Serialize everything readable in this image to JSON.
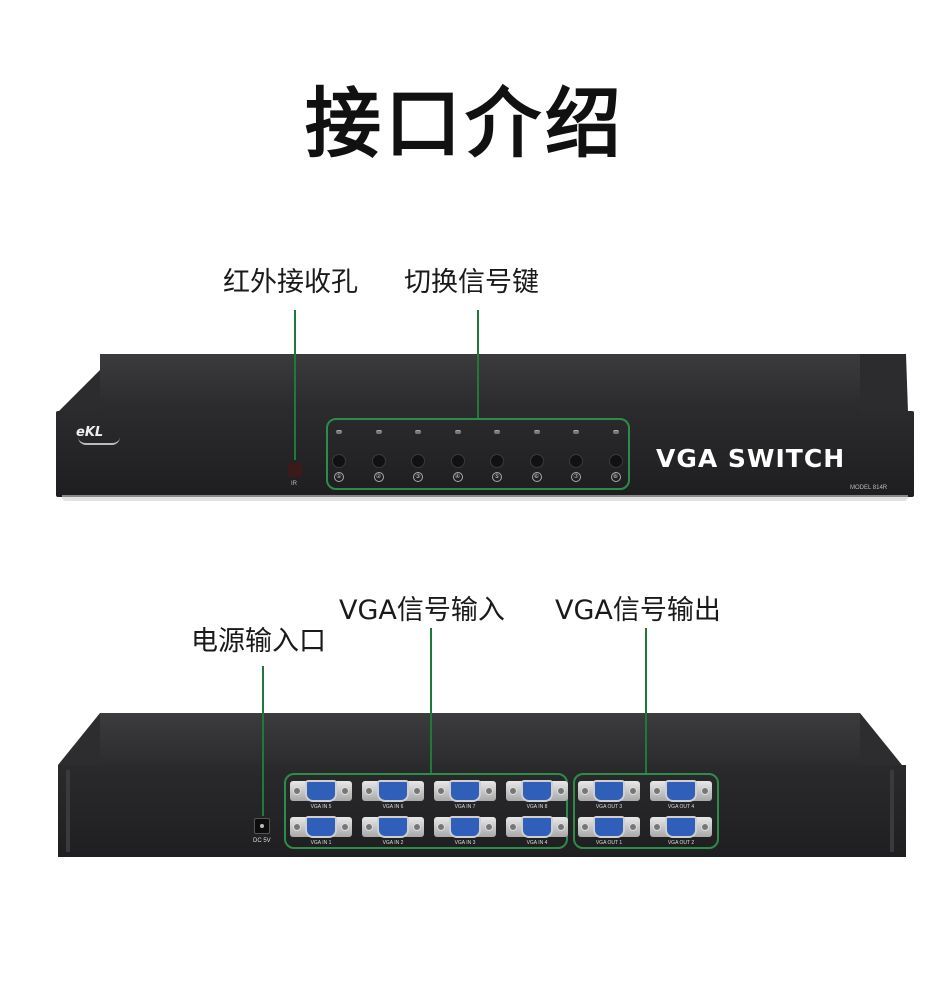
{
  "title": "接口介绍",
  "front": {
    "callouts": {
      "ir": "红外接收孔",
      "keys": "切换信号键"
    },
    "logo": "eKL",
    "ir_label": "IR",
    "product_name": "VGA SWITCH",
    "model": "MODEL 814R",
    "keys": [
      "①",
      "②",
      "③",
      "④",
      "⑤",
      "⑥",
      "⑦",
      "⑧"
    ]
  },
  "rear": {
    "callouts": {
      "power": "电源输入口",
      "vga_in": "VGA信号输入",
      "vga_out": "VGA信号输出"
    },
    "dc_label": "DC 5V",
    "inputs_top": [
      "VGA IN 5",
      "VGA IN 6",
      "VGA IN 7",
      "VGA IN 8"
    ],
    "inputs_bottom": [
      "VGA IN 1",
      "VGA IN 2",
      "VGA IN 3",
      "VGA IN 4"
    ],
    "outputs_top": [
      "VGA OUT 3",
      "VGA OUT 4"
    ],
    "outputs_bottom": [
      "VGA OUT 1",
      "VGA OUT 2"
    ]
  },
  "colors": {
    "accent_green": "#2e8b4a",
    "port_blue": "#2f5fb8",
    "device_body": "#2a2a2c"
  }
}
